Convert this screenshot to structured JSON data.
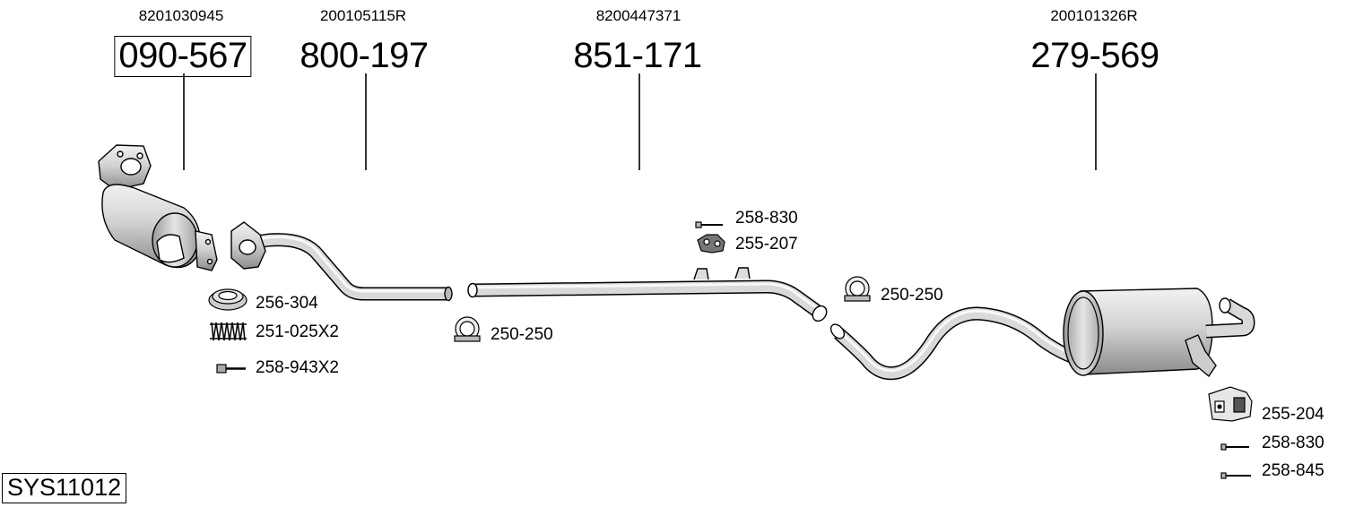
{
  "system_code": "SYS11012",
  "parts": [
    {
      "oem": "8201030945",
      "number": "090-567",
      "highlighted": true
    },
    {
      "oem": "200105115R",
      "number": "800-197",
      "highlighted": false
    },
    {
      "oem": "8200447371",
      "number": "851-171",
      "highlighted": false
    },
    {
      "oem": "200101326R",
      "number": "279-569",
      "highlighted": false
    }
  ],
  "accessories": [
    {
      "label": "258-830",
      "icon": "bolt-icon"
    },
    {
      "label": "255-207",
      "icon": "rubber-mount-icon"
    },
    {
      "label": "250-250",
      "icon": "clamp-icon"
    },
    {
      "label": "256-304",
      "icon": "gasket-icon"
    },
    {
      "label": "251-025X2",
      "icon": "spring-icon"
    },
    {
      "label": "258-943X2",
      "icon": "bolt-icon"
    },
    {
      "label": "250-250",
      "icon": "clamp-icon"
    },
    {
      "label": "255-204",
      "icon": "bracket-icon"
    },
    {
      "label": "258-830",
      "icon": "bolt-icon"
    },
    {
      "label": "258-845",
      "icon": "bolt-icon"
    }
  ]
}
